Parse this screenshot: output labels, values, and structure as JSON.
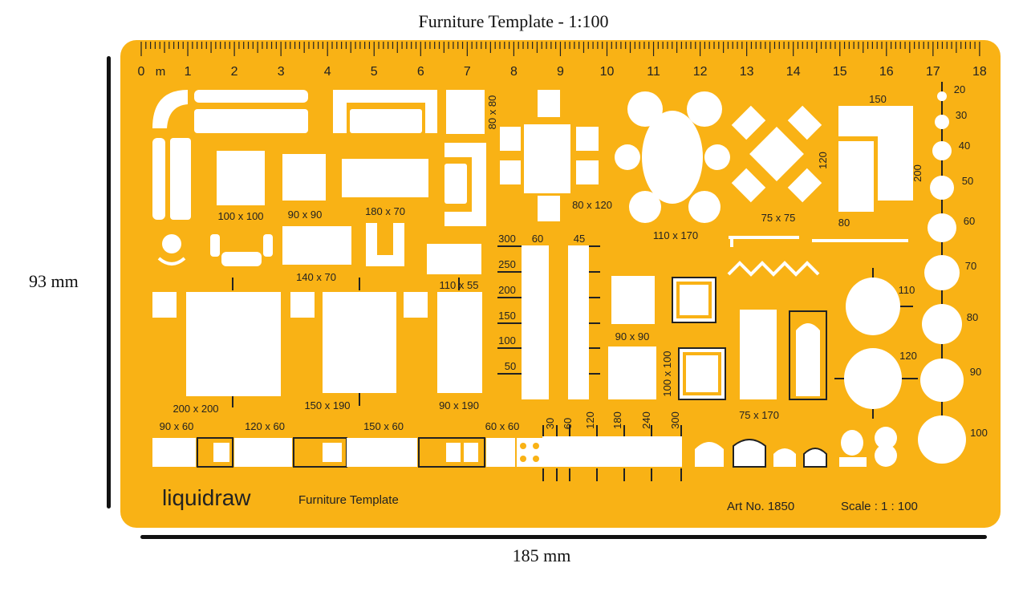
{
  "title": "Furniture Template - 1:100",
  "dimensions": {
    "height_label": "93 mm",
    "width_label": "185 mm"
  },
  "ruler": {
    "unit_label": "m",
    "ticks": [
      "0",
      "1",
      "2",
      "3",
      "4",
      "5",
      "6",
      "7",
      "8",
      "9",
      "10",
      "11",
      "12",
      "13",
      "14",
      "15",
      "16",
      "17",
      "18"
    ]
  },
  "labels": {
    "sq_100": "100 x 100",
    "sq_90": "90 x 90",
    "rect_180_70": "180 x 70",
    "rect_80_80": "80 x 80",
    "rect_80_120": "80 x 120",
    "rect_140_70": "140 x 70",
    "rect_110_55": "110 x 55",
    "oval_110_170": "110 x 170",
    "sq_75": "75 x 75",
    "dim_150": "150",
    "dim_120": "120",
    "dim_200": "200",
    "dim_80": "80",
    "bed_200": "200 x 200",
    "bed_150": "150 x 190",
    "bed_90": "90 x 190",
    "scale_300": "300",
    "scale_250": "250",
    "scale_200": "200",
    "scale_150": "150",
    "scale_100": "100",
    "scale_50": "50",
    "col_60": "60",
    "col_45": "45",
    "sq_90b": "90 x 90",
    "rect_100_100_v": "100 x 100",
    "bath_75_170": "75 x 170",
    "round_110": "110",
    "round_120": "120",
    "cab_90_60": "90 x 60",
    "cab_120_60": "120 x 60",
    "cab_150_60": "150 x 60",
    "cab_60_60": "60 x 60",
    "run_30": "30",
    "run_60": "60",
    "run_120": "120",
    "run_180": "180",
    "run_240": "240",
    "run_300": "300",
    "circle_20": "20",
    "circle_30": "30",
    "circle_40": "40",
    "circle_50": "50",
    "circle_60": "60",
    "circle_70": "70",
    "circle_80": "80",
    "circle_90": "90",
    "circle_100": "100"
  },
  "footer": {
    "brand": "liquidraw",
    "product": "Furniture Template",
    "art_no": "Art No. 1850",
    "scale": "Scale : 1 : 100"
  },
  "colors": {
    "stencil": "#F9B215",
    "cutout": "#ffffff",
    "ink": "#222222"
  }
}
